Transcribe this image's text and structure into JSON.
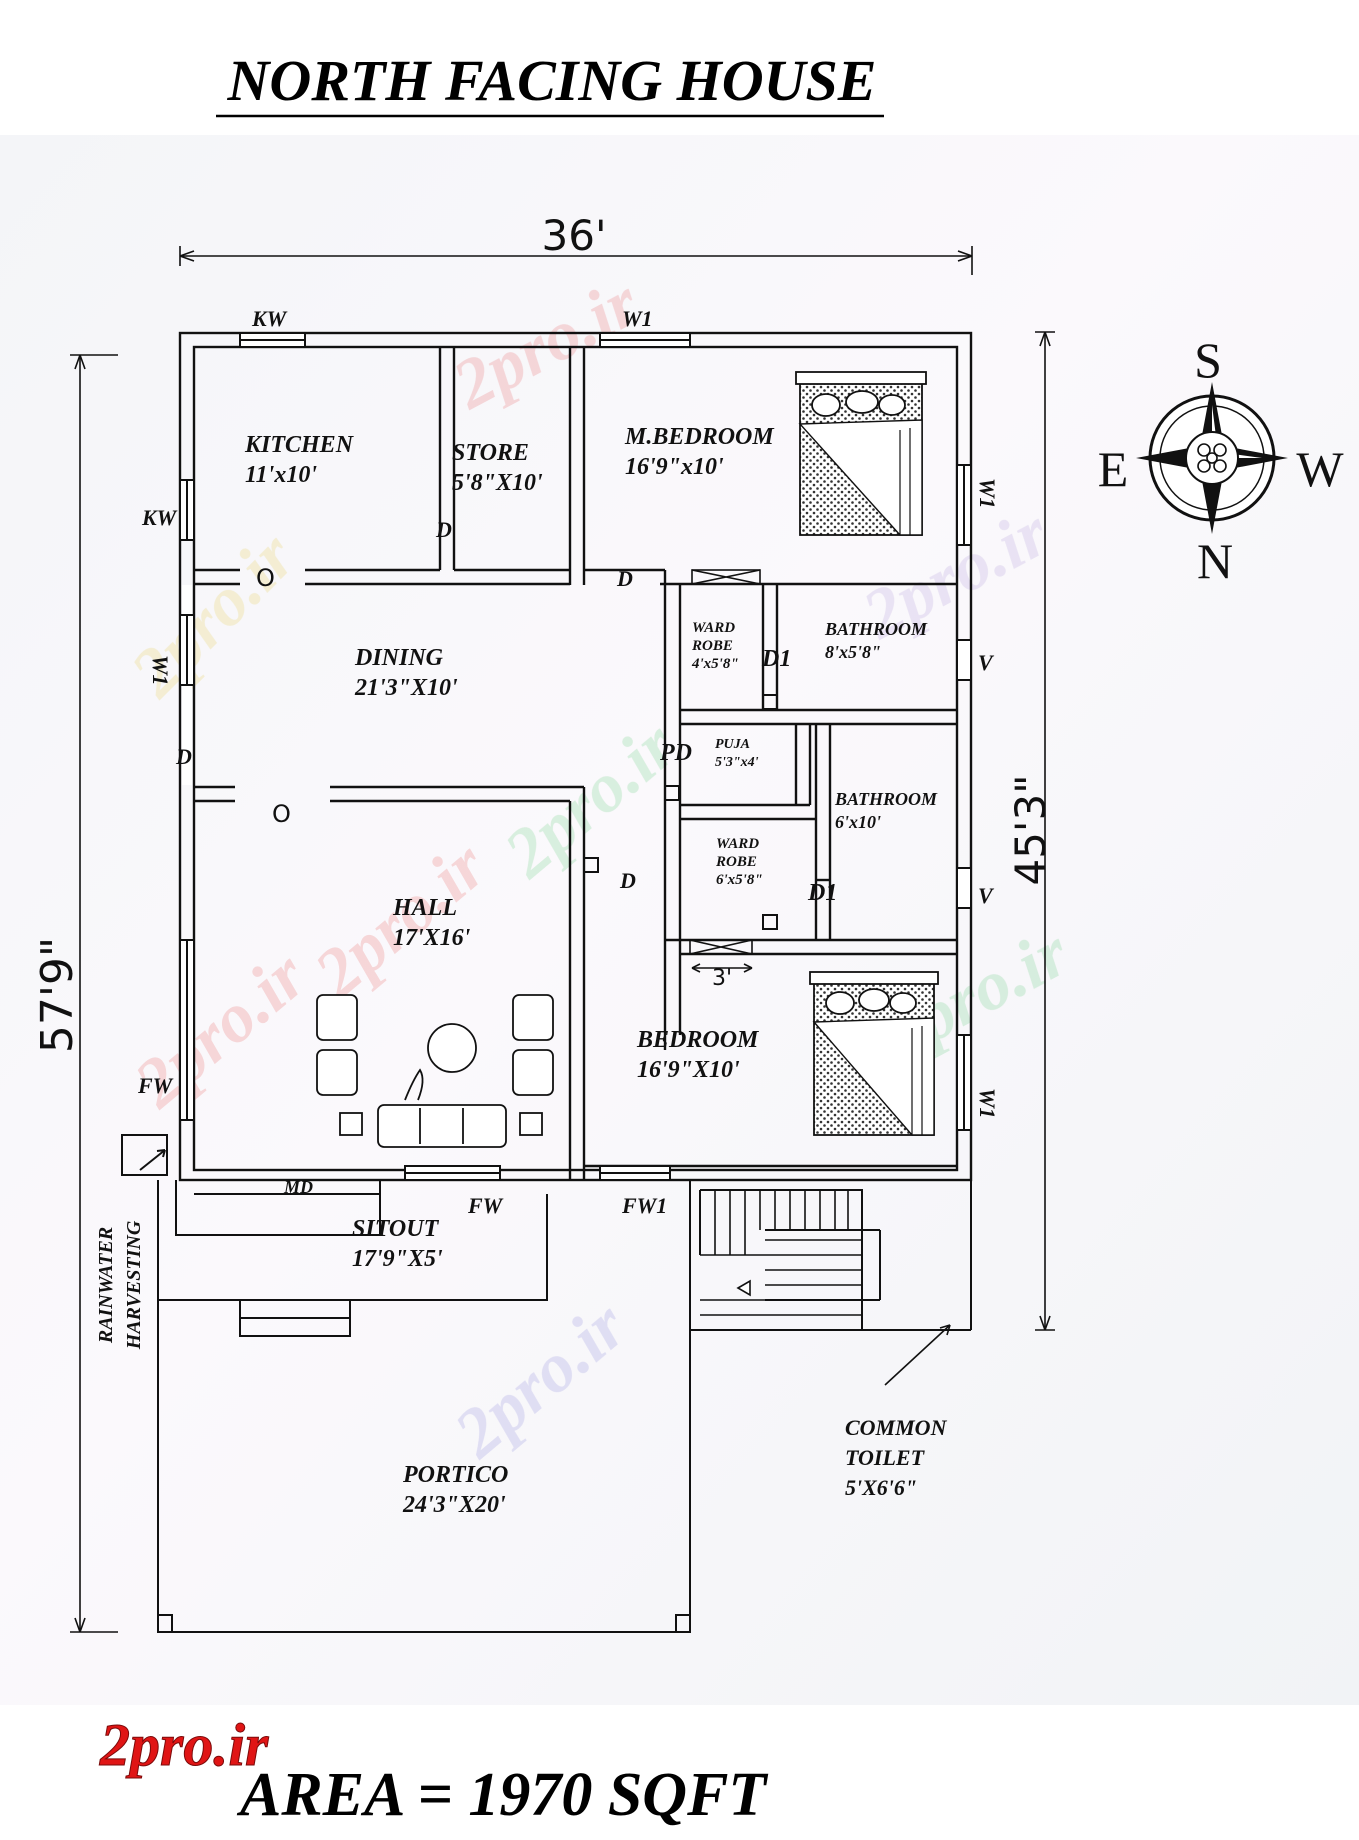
{
  "title": "NORTH FACING HOUSE",
  "dimensions": {
    "width": "36'",
    "depth_total": "57'9\"",
    "depth_house": "45'3\"",
    "stair_gap": "3'"
  },
  "rooms": {
    "kitchen": {
      "name": "KITCHEN",
      "size": "11'x10'"
    },
    "store": {
      "name": "STORE",
      "size": "5'8\"X10'"
    },
    "master_bedroom": {
      "name": "M.BEDROOM",
      "size": "16'9\"x10'"
    },
    "dining": {
      "name": "DINING",
      "size": "21'3\"X10'"
    },
    "ward_robe_1": {
      "line1": "WARD",
      "line2": "ROBE",
      "size": "4'x5'8\""
    },
    "bathroom_1": {
      "name": "BATHROOM",
      "size": "8'x5'8\""
    },
    "puja": {
      "name": "PUJA",
      "size": "5'3\"x4'"
    },
    "bathroom_2": {
      "name": "BATHROOM",
      "size": "6'x10'"
    },
    "ward_robe_2": {
      "line1": "WARD",
      "line2": "ROBE",
      "size": "6'x5'8\""
    },
    "hall": {
      "name": "HALL",
      "size": "17'X16'"
    },
    "bedroom": {
      "name": "BEDROOM",
      "size": "16'9\"X10'"
    },
    "sitout": {
      "name": "SITOUT",
      "size": "17'9\"X5'"
    },
    "portico": {
      "name": "PORTICO",
      "size": "24'3\"X20'"
    },
    "common_toilet": {
      "line1": "COMMON",
      "line2": "TOILET",
      "size": "5'X6'6\""
    },
    "rainwater": {
      "line1": "RAINWATER",
      "line2": "HARVESTING"
    }
  },
  "openings": {
    "kw": "KW",
    "w1": "W1",
    "d": "D",
    "o": "O",
    "d1": "D1",
    "pd": "PD",
    "v": "V",
    "fw": "FW",
    "fw1": "FW1",
    "md": "MD"
  },
  "compass": {
    "top": "S",
    "bottom": "N",
    "left": "E",
    "right": "W"
  },
  "footer": {
    "area": "AREA =  1970  SQFT"
  },
  "watermark": {
    "text": "2pro.ir"
  },
  "colors": {
    "line": "#111111",
    "watermark_red": "#e01515"
  }
}
